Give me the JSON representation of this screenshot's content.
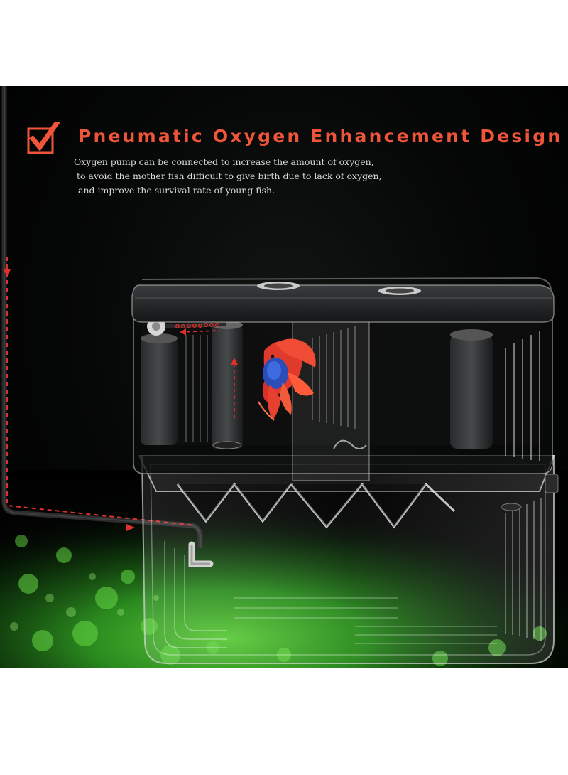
{
  "header": {
    "title": "Pneumatic Oxygen Enhancement Design"
  },
  "description": {
    "lines": [
      "Oxygen pump can be connected to increase the amount of oxygen,",
      "to avoid the mother fish difficult to give birth due to lack of oxygen,",
      "and improve the survival rate of young fish."
    ]
  },
  "colors": {
    "accent": "#f0553a",
    "background": "#000000",
    "grass": "#3fae2a",
    "text": "#d9d9d9"
  },
  "icons": {
    "checkbox": "check-box-icon"
  }
}
